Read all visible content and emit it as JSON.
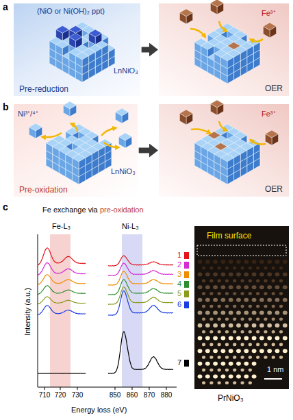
{
  "diagram": {
    "nodes": [
      {
        "text": [
          "(NiO or Ni(OH)₂ ppt)",
          "LnNiO₃",
          "Pre-reduction"
        ]
      },
      {
        "text": [
          "Fe³⁺",
          "OER"
        ]
      },
      {
        "text": [
          "Ni³⁺/⁴⁺",
          "LnNiO₃",
          "Pre-oxidation"
        ]
      },
      {
        "text": [
          "Fe³⁺",
          "OER"
        ]
      },
      {
        "text": [
          "Film surface",
          "1 nm",
          "PrNiO₃"
        ]
      }
    ],
    "edges": [
      {
        "from": 0,
        "to": 1,
        "arrow": "to"
      },
      {
        "from": 2,
        "to": 3,
        "arrow": "to"
      }
    ],
    "labels": [
      "a",
      "b",
      "c",
      "Fe exchange via",
      "pre-oxidation",
      "Fe-L₃",
      "Ni-L₃",
      "Intensity (a.u.)",
      "Energy loss (eV)",
      "710",
      "720",
      "730",
      "850",
      "860",
      "870",
      "880",
      "1",
      "2",
      "3",
      "4",
      "5",
      "6",
      "7"
    ]
  }
}
